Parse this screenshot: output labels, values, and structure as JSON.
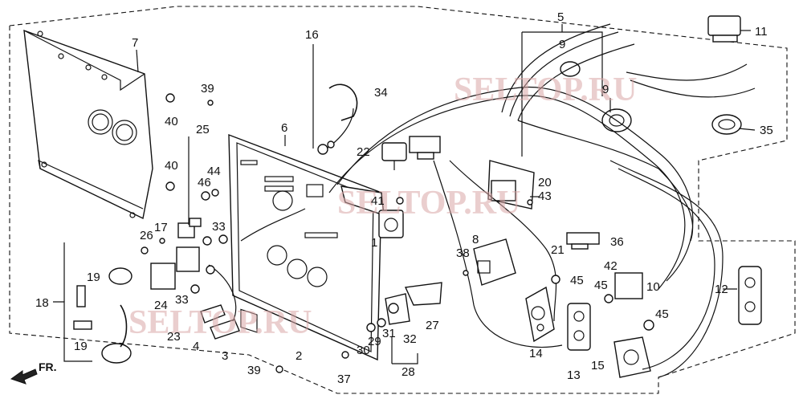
{
  "watermarks": [
    "SELTOP.RU",
    "SELTOP.RU",
    "SELTOP.RU"
  ],
  "direction_label": "FR.",
  "callouts": [
    {
      "id": "c1",
      "text": "1"
    },
    {
      "id": "c2",
      "text": "2"
    },
    {
      "id": "c3",
      "text": "3"
    },
    {
      "id": "c4",
      "text": "4"
    },
    {
      "id": "c5",
      "text": "5"
    },
    {
      "id": "c6",
      "text": "6"
    },
    {
      "id": "c7",
      "text": "7"
    },
    {
      "id": "c8",
      "text": "8"
    },
    {
      "id": "c9a",
      "text": "9"
    },
    {
      "id": "c9b",
      "text": "9"
    },
    {
      "id": "c10",
      "text": "10"
    },
    {
      "id": "c11",
      "text": "11"
    },
    {
      "id": "c12",
      "text": "12"
    },
    {
      "id": "c13",
      "text": "13"
    },
    {
      "id": "c14",
      "text": "14"
    },
    {
      "id": "c15",
      "text": "15"
    },
    {
      "id": "c16",
      "text": "16"
    },
    {
      "id": "c17",
      "text": "17"
    },
    {
      "id": "c18",
      "text": "18"
    },
    {
      "id": "c19a",
      "text": "19"
    },
    {
      "id": "c19b",
      "text": "19"
    },
    {
      "id": "c20",
      "text": "20"
    },
    {
      "id": "c21",
      "text": "21"
    },
    {
      "id": "c22",
      "text": "22"
    },
    {
      "id": "c23",
      "text": "23"
    },
    {
      "id": "c24",
      "text": "24"
    },
    {
      "id": "c25",
      "text": "25"
    },
    {
      "id": "c26",
      "text": "26"
    },
    {
      "id": "c27",
      "text": "27"
    },
    {
      "id": "c28",
      "text": "28"
    },
    {
      "id": "c29",
      "text": "29"
    },
    {
      "id": "c30",
      "text": "30"
    },
    {
      "id": "c31",
      "text": "31"
    },
    {
      "id": "c32",
      "text": "32"
    },
    {
      "id": "c33a",
      "text": "33"
    },
    {
      "id": "c33b",
      "text": "33"
    },
    {
      "id": "c34",
      "text": "34"
    },
    {
      "id": "c35",
      "text": "35"
    },
    {
      "id": "c36",
      "text": "36"
    },
    {
      "id": "c37",
      "text": "37"
    },
    {
      "id": "c38",
      "text": "38"
    },
    {
      "id": "c39a",
      "text": "39"
    },
    {
      "id": "c39b",
      "text": "39"
    },
    {
      "id": "c40a",
      "text": "40"
    },
    {
      "id": "c40b",
      "text": "40"
    },
    {
      "id": "c41",
      "text": "41"
    },
    {
      "id": "c42",
      "text": "42"
    },
    {
      "id": "c43",
      "text": "43"
    },
    {
      "id": "c44",
      "text": "44"
    },
    {
      "id": "c45a",
      "text": "45"
    },
    {
      "id": "c45b",
      "text": "45"
    },
    {
      "id": "c45c",
      "text": "45"
    },
    {
      "id": "c46",
      "text": "46"
    }
  ]
}
